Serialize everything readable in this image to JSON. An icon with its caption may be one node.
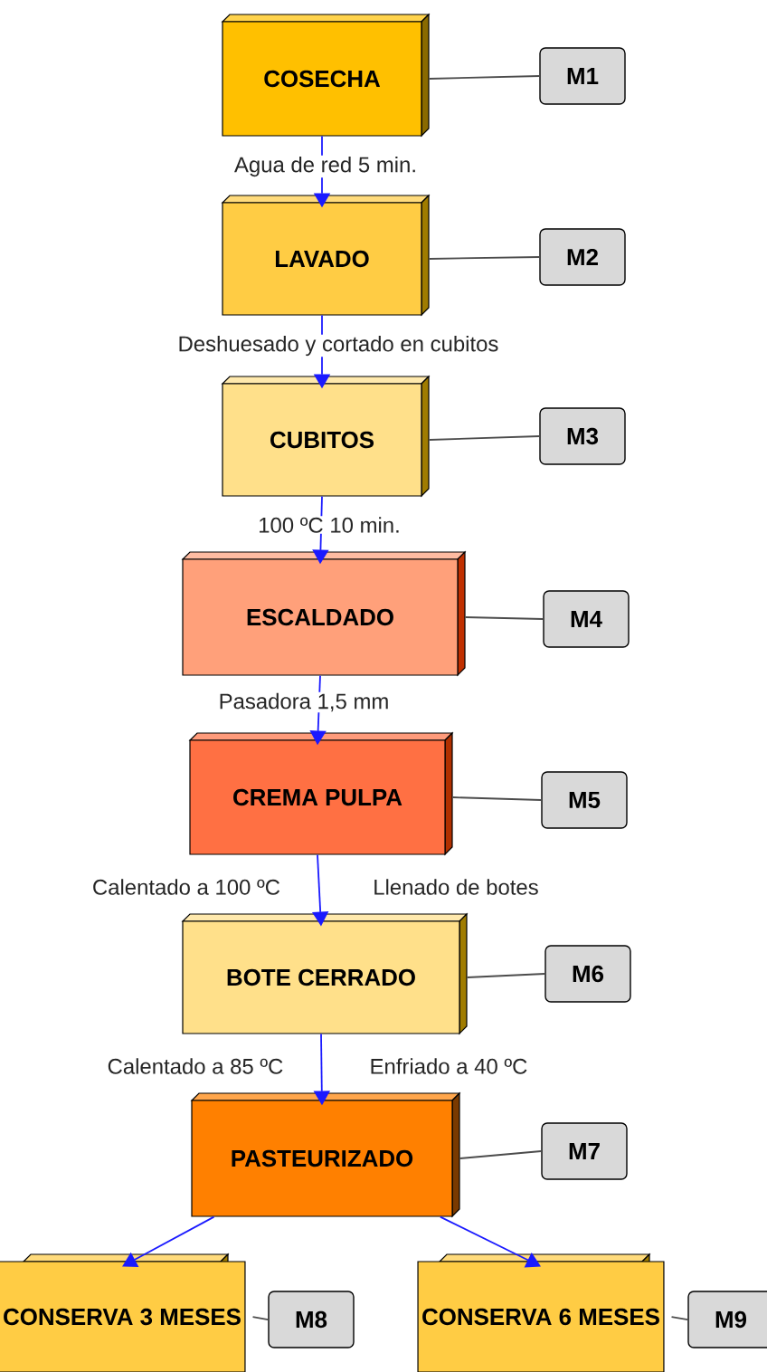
{
  "diagram": {
    "nodes": [
      {
        "text": [
          "COSECHA"
        ]
      },
      {
        "text": [
          "LAVADO"
        ]
      },
      {
        "text": [
          "CUBITOS"
        ]
      },
      {
        "text": [
          "ESCALDADO"
        ]
      },
      {
        "text": [
          "CREMA PULPA"
        ]
      },
      {
        "text": [
          "BOTE CERRADO"
        ]
      },
      {
        "text": [
          "PASTEURIZADO"
        ]
      },
      {
        "text": [
          "CONSERVA 3 MESES"
        ]
      },
      {
        "text": [
          "CONSERVA 6 MESES"
        ]
      },
      {
        "text": [
          "M1"
        ]
      },
      {
        "text": [
          "M2"
        ]
      },
      {
        "text": [
          "M3"
        ]
      },
      {
        "text": [
          "M4"
        ]
      },
      {
        "text": [
          "M5"
        ]
      },
      {
        "text": [
          "M6"
        ]
      },
      {
        "text": [
          "M7"
        ]
      },
      {
        "text": [
          "M8"
        ]
      },
      {
        "text": [
          "M9"
        ]
      }
    ],
    "edges": [
      {
        "from": 0,
        "to": 1,
        "arrow": "to",
        "label": "Agua de red 5 min.",
        "color": "#1a1aff"
      },
      {
        "from": 1,
        "to": 2,
        "arrow": "to",
        "label": "Deshuesado y cortado en cubitos",
        "color": "#1a1aff"
      },
      {
        "from": 2,
        "to": 3,
        "arrow": "to",
        "label": "100 ºC 10 min.",
        "color": "#1a1aff"
      },
      {
        "from": 3,
        "to": 4,
        "arrow": "to",
        "label": "Pasadora 1,5 mm",
        "color": "#1a1aff"
      },
      {
        "from": 4,
        "to": 5,
        "arrow": "to",
        "label": "Calentado a 100 ºC",
        "color": "#1a1aff"
      },
      {
        "from": 5,
        "to": 6,
        "arrow": "to",
        "label": "Calentado a 85 ºC",
        "color": "#1a1aff"
      },
      {
        "from": 6,
        "to": 7,
        "arrow": "to",
        "color": "#1a1aff"
      },
      {
        "from": 6,
        "to": 8,
        "arrow": "to",
        "color": "#1a1aff"
      },
      {
        "from": 0,
        "to": 9,
        "arrow": "none"
      },
      {
        "from": 1,
        "to": 10,
        "arrow": "none"
      },
      {
        "from": 2,
        "to": 11,
        "arrow": "none"
      },
      {
        "from": 3,
        "to": 12,
        "arrow": "none"
      },
      {
        "from": 4,
        "to": 13,
        "arrow": "none"
      },
      {
        "from": 5,
        "to": 14,
        "arrow": "none"
      },
      {
        "from": 6,
        "to": 15,
        "arrow": "none"
      },
      {
        "from": 7,
        "to": 16,
        "arrow": "none"
      },
      {
        "from": 8,
        "to": 17,
        "arrow": "none"
      }
    ],
    "labels": [
      "Llenado de botes",
      "Enfriado a 40 ºC"
    ]
  }
}
